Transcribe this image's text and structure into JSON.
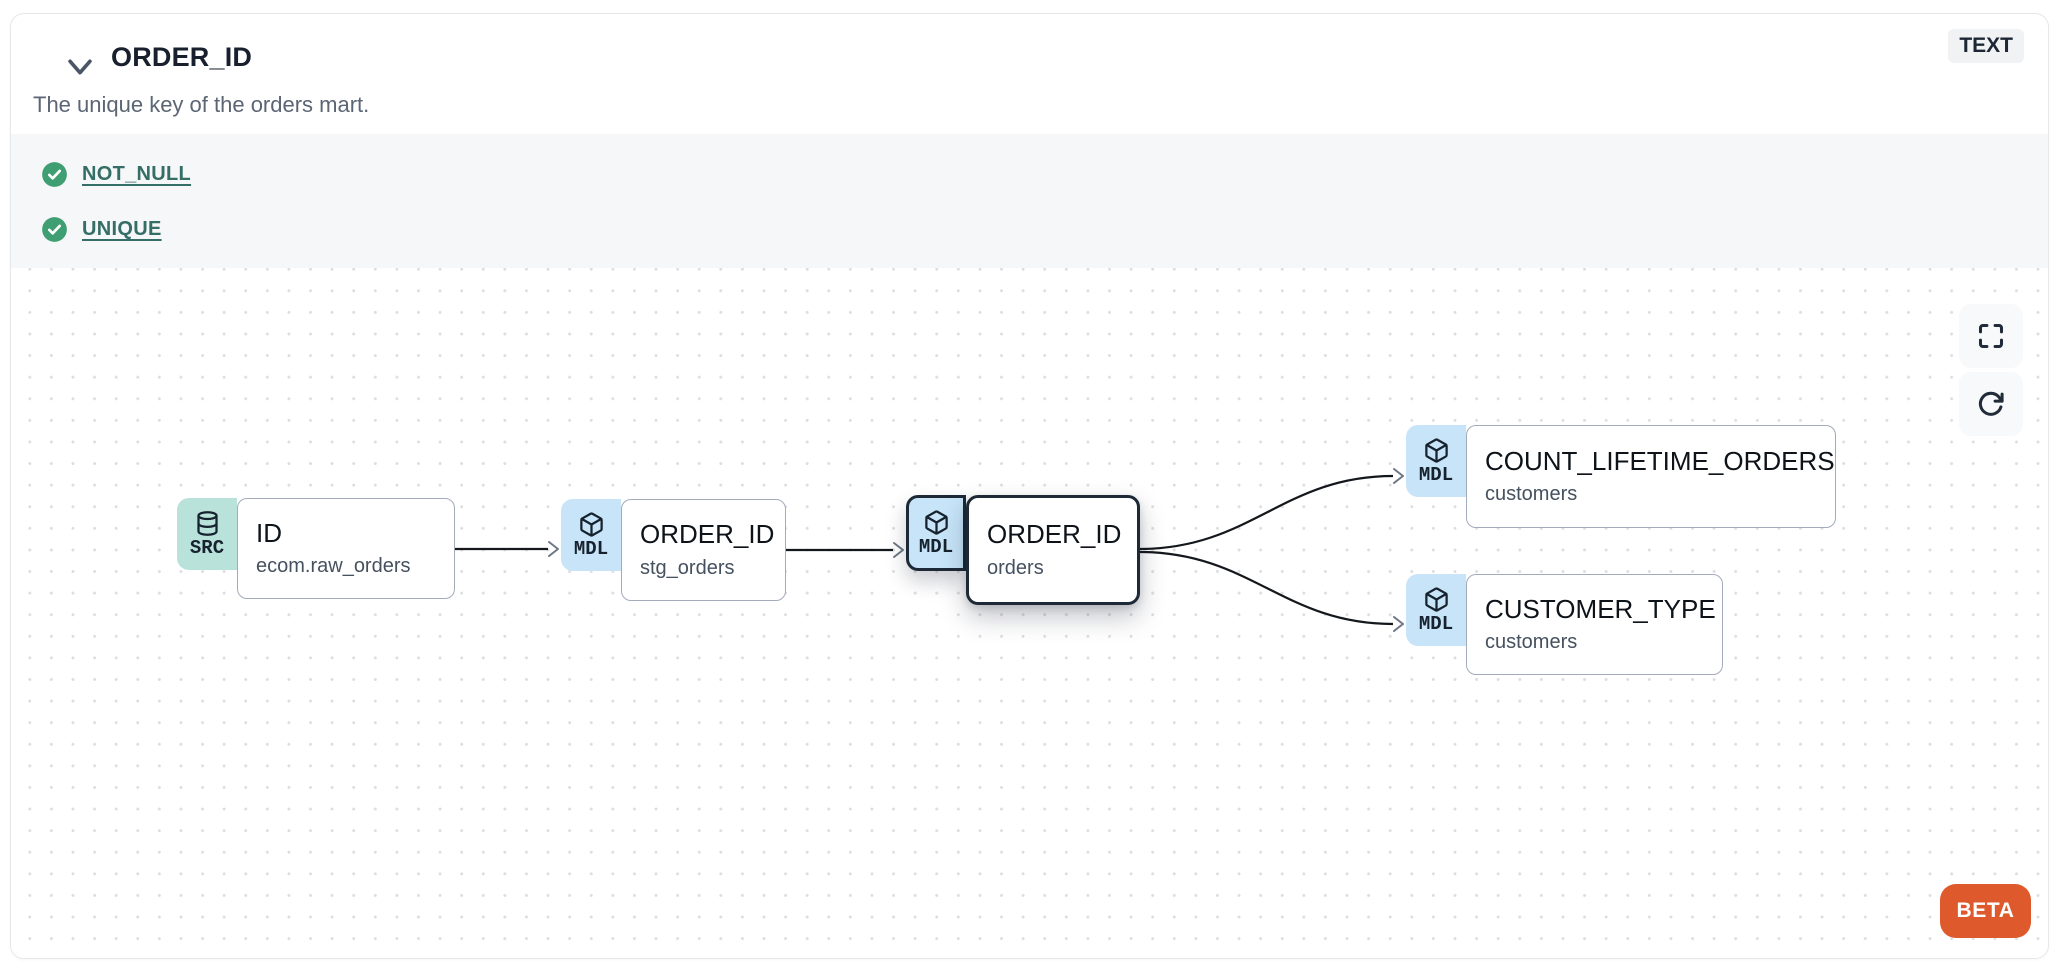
{
  "header": {
    "title": "ORDER_ID",
    "type_badge": "TEXT",
    "description": "The unique key of the orders mart."
  },
  "tests": {
    "items": [
      {
        "label": "NOT_NULL",
        "status": "pass",
        "status_color": "#3f9e72"
      },
      {
        "label": "UNIQUE",
        "status": "pass",
        "status_color": "#3f9e72"
      }
    ]
  },
  "lineage": {
    "nodes": [
      {
        "badge": "SRC",
        "icon": "database-icon",
        "name": "ID",
        "subtitle": "ecom.raw_orders",
        "selected": false
      },
      {
        "badge": "MDL",
        "icon": "box-icon",
        "name": "ORDER_ID",
        "subtitle": "stg_orders",
        "selected": false
      },
      {
        "badge": "MDL",
        "icon": "box-icon",
        "name": "ORDER_ID",
        "subtitle": "orders",
        "selected": true
      },
      {
        "badge": "MDL",
        "icon": "box-icon",
        "name": "COUNT_LIFETIME_ORDERS",
        "subtitle": "customers",
        "selected": false
      },
      {
        "badge": "MDL",
        "icon": "box-icon",
        "name": "CUSTOMER_TYPE",
        "subtitle": "customers",
        "selected": false
      }
    ],
    "edges": [
      {
        "from": "ID (ecom.raw_orders)",
        "to": "ORDER_ID (stg_orders)"
      },
      {
        "from": "ORDER_ID (stg_orders)",
        "to": "ORDER_ID (orders)"
      },
      {
        "from": "ORDER_ID (orders)",
        "to": "COUNT_LIFETIME_ORDERS (customers)"
      },
      {
        "from": "ORDER_ID (orders)",
        "to": "CUSTOMER_TYPE (customers)"
      }
    ],
    "beta_label": "BETA"
  },
  "colors": {
    "source_badge": "#b9e2da",
    "model_badge": "#c7e4f8",
    "selected_border": "#1d2936",
    "test_pass_green": "#3f9e72",
    "test_link_teal": "#356e66",
    "beta_orange": "#de5a2d",
    "tests_strip_bg": "#f5f7f9"
  }
}
